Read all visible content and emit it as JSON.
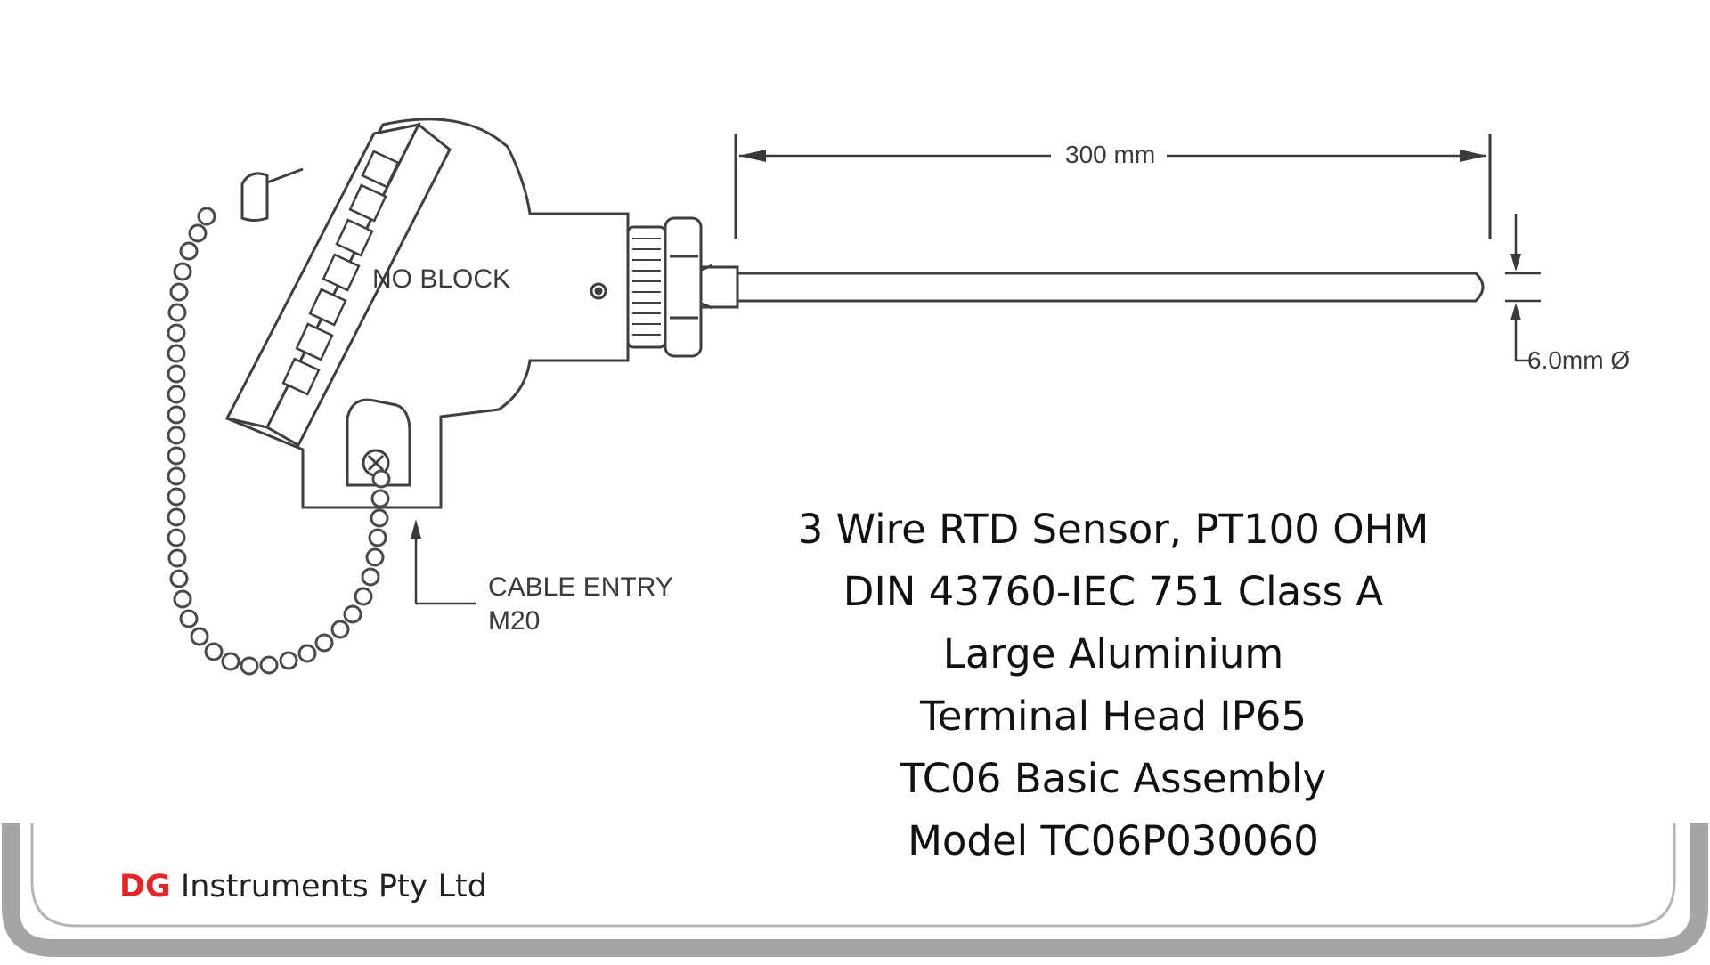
{
  "diagram": {
    "length_label": "300 mm",
    "diameter_label": "6.0mm Ø",
    "block_label": "NO BLOCK",
    "cable_entry_line1": "CABLE ENTRY",
    "cable_entry_line2": "M20"
  },
  "spec_lines": [
    "3 Wire RTD Sensor, PT100 OHM",
    "DIN 43760-IEC 751 Class A",
    "Large Aluminium",
    "Terminal Head IP65",
    "TC06 Basic Assembly",
    "Model TC06P030060"
  ],
  "brand": {
    "prefix": "DG",
    "name": "Instruments Pty Ltd",
    "accent_color": "#e3262a"
  },
  "colors": {
    "line": "#4a4a4a",
    "frame": "#9a9a9a"
  }
}
